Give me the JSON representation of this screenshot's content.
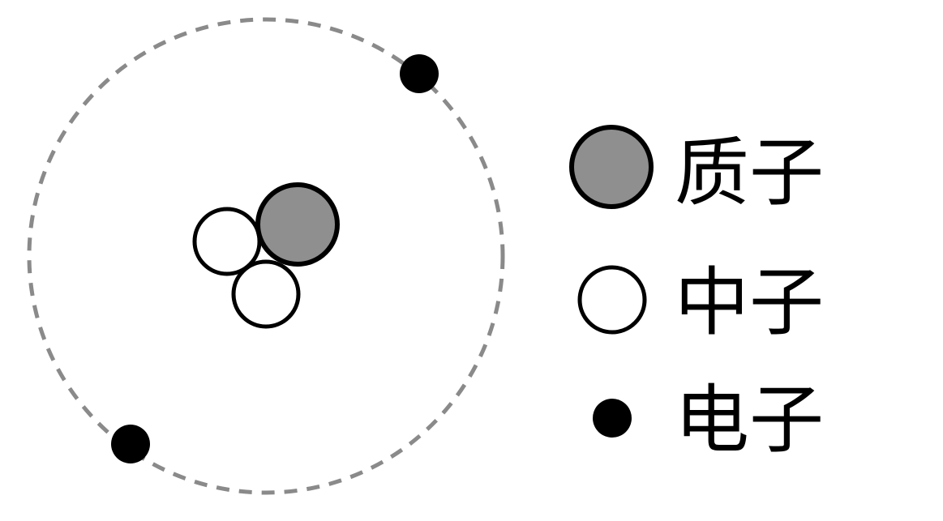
{
  "colors": {
    "proton_fill": "#8f8f8f",
    "neutron_fill": "#ffffff",
    "electron_fill": "#000000",
    "outline": "#000000",
    "orbit": "#8a8a8a"
  },
  "atom": {
    "protons": 1,
    "neutrons": 2,
    "electrons": 2
  },
  "legend": {
    "proton_label": "质子",
    "neutron_label": "中子",
    "electron_label": "电子"
  }
}
